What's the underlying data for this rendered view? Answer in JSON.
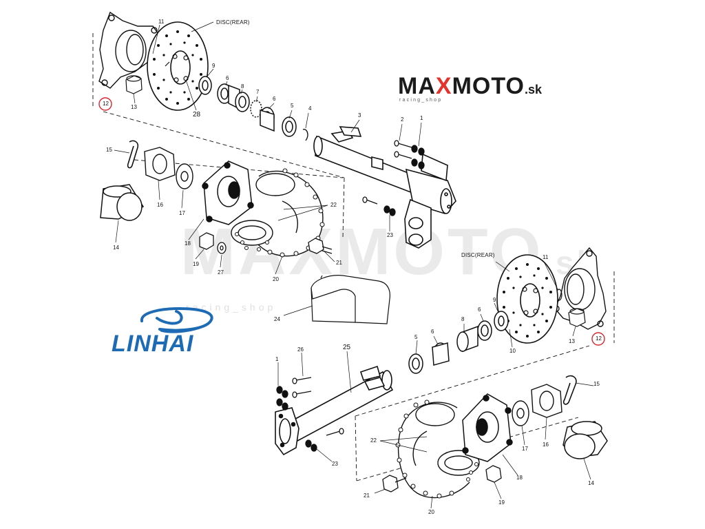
{
  "diagram": {
    "disc_label_top": "DISC(REAR)",
    "disc_label_bottom": "DISC(REAR)",
    "top_labels": {
      "l11": "11",
      "l12": "12",
      "l13": "13",
      "l28": "28",
      "l9": "9",
      "l6a": "6",
      "l8": "8",
      "l7": "7",
      "l6b": "6",
      "l5": "5",
      "l4": "4",
      "l3": "3",
      "l2": "2",
      "l1": "1",
      "l15": "15",
      "l16": "16",
      "l17": "17",
      "l14": "14",
      "l18": "18",
      "l19": "19",
      "l27": "27",
      "l22": "22",
      "l23": "23",
      "l21": "21",
      "l20": "20",
      "l24": "24"
    },
    "bottom_labels": {
      "l11": "11",
      "l12": "12",
      "l13": "13",
      "l10": "10",
      "l9": "9",
      "l6": "6",
      "l8": "8",
      "l5": "5",
      "l26": "26",
      "l25": "25",
      "l1": "1",
      "l15": "15",
      "l16": "16",
      "l17": "17",
      "l14": "14",
      "l22": "22",
      "l23": "23",
      "l18": "18",
      "l19": "19",
      "l21": "21",
      "l20": "20"
    }
  },
  "logos": {
    "maxmoto_main_a": "MA",
    "maxmoto_main_x": "X",
    "maxmoto_main_b": "MOTO",
    "maxmoto_main_sk": ".sk",
    "maxmoto_sub": "racing_shop",
    "linhai": "LINHAI",
    "watermark_main": "MAXMOTO",
    "watermark_sk": ".sk",
    "watermark_sub": "racing_shop"
  },
  "colors": {
    "highlight_circle": "#d9262c",
    "linhai_blue": "#1d6bb5",
    "maxmoto_x_red": "#e5322b"
  }
}
